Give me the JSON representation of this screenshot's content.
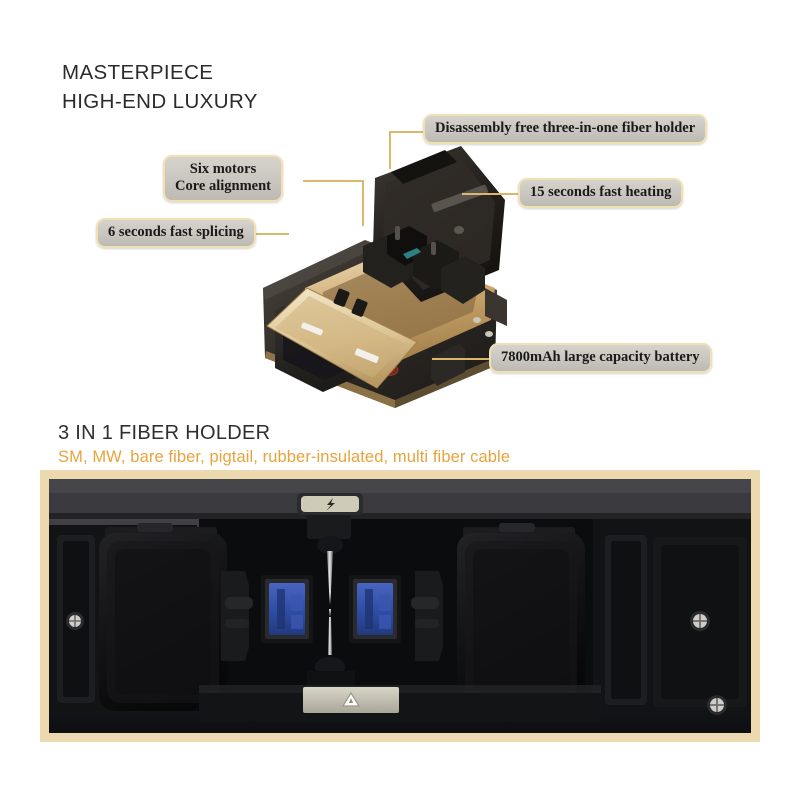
{
  "headline": {
    "line1": "MASTERPIECE",
    "line2": "HIGH-END LUXURY"
  },
  "callouts": [
    {
      "id": "holder",
      "text": "Disassembly  free three-in-one fiber holder"
    },
    {
      "id": "motors",
      "line1": "Six motors",
      "line2": "Core alignment"
    },
    {
      "id": "heating",
      "text": "15 seconds fast heating"
    },
    {
      "id": "splicing",
      "text": "6 seconds fast splicing"
    },
    {
      "id": "battery",
      "text": "7800mAh large capacity battery"
    }
  ],
  "section": {
    "title": "3 IN 1 FIBER HOLDER",
    "subtitle": "SM, MW, bare fiber, pigtail, rubber-insulated, multi fiber cable"
  },
  "colors": {
    "background": "#ffffff",
    "accent_orange": "#e8a33d",
    "callout_fill": "#c9c6bf",
    "callout_border": "#f1e0b4",
    "leader_line": "#d9b86a",
    "photo_frame": "#edd9b0",
    "headline_text": "#2b2b2b"
  },
  "product_photo": {
    "name": "fiber-fusion-splicer",
    "body_color": "#2a2724",
    "interior_color": "#c9a36a",
    "windcover_color": "#e8d4a8",
    "buttons": [
      "power-button",
      "menu-button",
      "set-button",
      "splice-button"
    ]
  },
  "detail_photo": {
    "name": "three-in-one-fiber-holder-closeup",
    "clamp_color": "#2f4fa8",
    "label_caution": "caution-triangle-label",
    "label_electrode": "electrode-warning-label"
  }
}
